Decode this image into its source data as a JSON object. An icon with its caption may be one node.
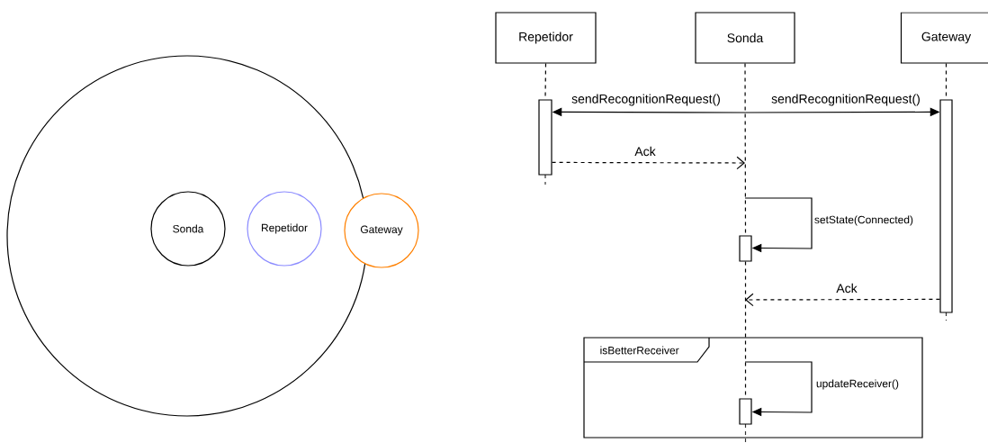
{
  "diagram": {
    "nodes": [
      {
        "text": [],
        "shape": "circle"
      },
      {
        "text": [
          "Sonda"
        ],
        "in": 0
      },
      {
        "text": [
          "Repetidor"
        ],
        "in": 0
      },
      {
        "text": [
          "Gateway"
        ]
      },
      {
        "text": [
          "Repetidor"
        ]
      },
      {
        "text": [
          "Sonda"
        ]
      },
      {
        "text": [
          "Gateway"
        ]
      },
      {
        "text": [],
        "shape": "bar"
      },
      {
        "text": [],
        "shape": "bar"
      },
      {
        "text": [],
        "shape": "bar"
      },
      {
        "text": [
          "isBetterReceiver"
        ]
      },
      {
        "text": [],
        "shape": "bar",
        "in": 10
      }
    ],
    "edges": [
      {
        "from": 4,
        "to": 7,
        "arrow": "none",
        "style": "dashed"
      },
      {
        "from": 5,
        "to": 9,
        "arrow": "none",
        "style": "dashed"
      },
      {
        "from": 9,
        "to": 11,
        "arrow": "none",
        "style": "dashed"
      },
      {
        "from": 6,
        "to": 8,
        "arrow": "none",
        "style": "dashed"
      },
      {
        "from": null,
        "to": 7,
        "arrow": "to",
        "label": "sendRecognitionRequest()"
      },
      {
        "from": null,
        "to": 8,
        "arrow": "to",
        "label": "sendRecognitionRequest()"
      },
      {
        "from": 7,
        "to": null,
        "arrow": "to",
        "label": "Ack",
        "style": "dashed"
      },
      {
        "from": null,
        "to": 9,
        "arrow": "to",
        "label": "setState(Connected)"
      },
      {
        "from": 8,
        "to": null,
        "arrow": "to",
        "label": "Ack",
        "style": "dashed"
      },
      {
        "from": null,
        "to": 11,
        "arrow": "to",
        "label": "updateReceiver()"
      }
    ]
  }
}
